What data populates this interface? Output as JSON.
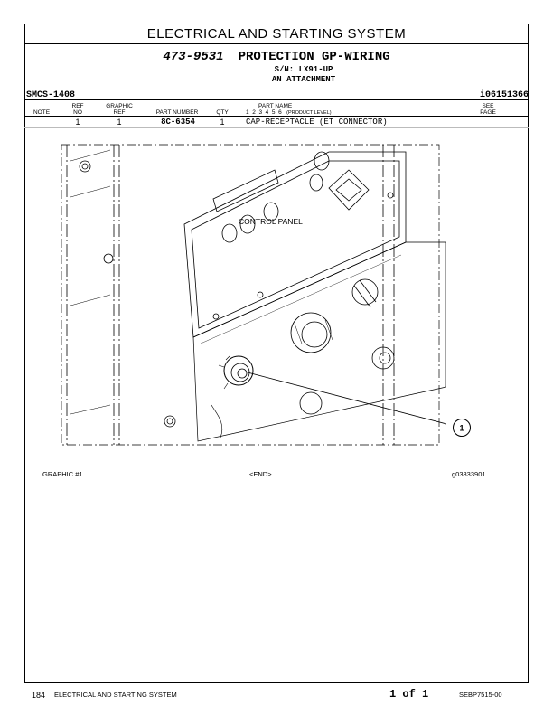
{
  "title": "ELECTRICAL AND STARTING SYSTEM",
  "group": {
    "number": "473-9531",
    "name": "PROTECTION GP-WIRING",
    "serial": "S/N: LX91-UP",
    "subtitle": "AN ATTACHMENT"
  },
  "smcs": "SMCS-1408",
  "ident": "i06151366",
  "columns": {
    "note": "NOTE",
    "ref_no": [
      "REF",
      "NO"
    ],
    "graphic_ref": [
      "GRAPHIC",
      "REF"
    ],
    "part_number": "PART NUMBER",
    "qty": "QTY",
    "part_name": "PART NAME",
    "levels": "1  2  3  4  5  6",
    "product_level": "(PRODUCT LEVEL)",
    "see_page": [
      "SEE",
      "PAGE"
    ]
  },
  "parts": [
    {
      "ref_no": "1",
      "graphic_ref": "1",
      "part_number": "8C-6354",
      "qty": "1",
      "part_name": "CAP-RECEPTACLE (ET CONNECTOR)"
    }
  ],
  "illustration": {
    "panel_label": "CONTROL PANEL",
    "callout": "1"
  },
  "caption": {
    "graphic": "GRAPHIC #1",
    "end": "<END>",
    "image_id": "g03833901"
  },
  "footer": {
    "page": "184",
    "section": "ELECTRICAL AND STARTING SYSTEM",
    "pagination": "1 of 1",
    "doc": "SEBP7515-00"
  }
}
